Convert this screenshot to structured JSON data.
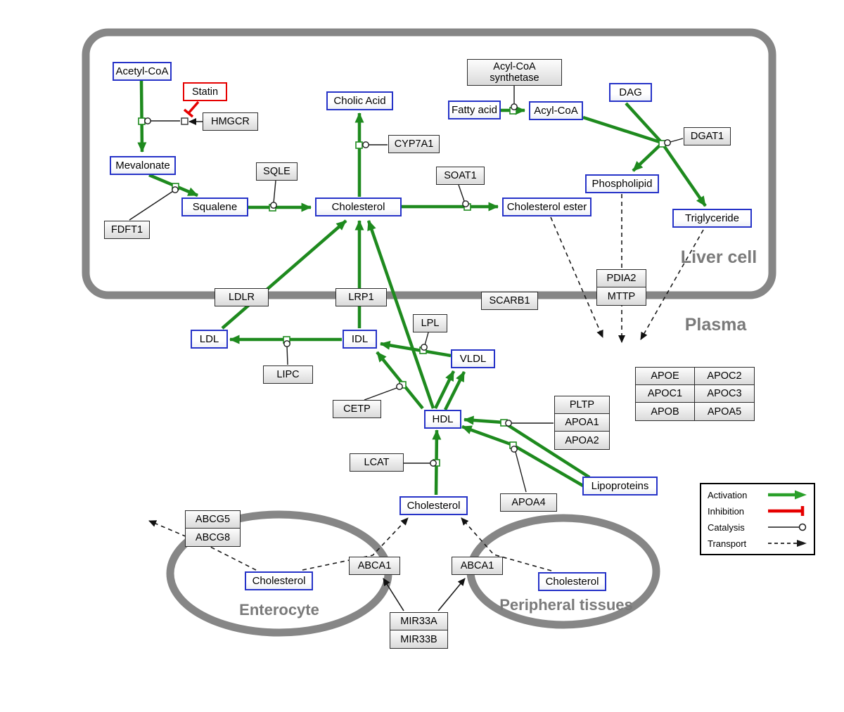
{
  "regions": {
    "liver_label": "Liver cell",
    "plasma_label": "Plasma",
    "enterocyte_label": "Enterocyte",
    "peripheral_label": "Peripheral tissues"
  },
  "metabolites": {
    "acetyl_coa": "Acetyl-CoA",
    "mevalonate": "Mevalonate",
    "squalene": "Squalene",
    "cholic_acid": "Cholic Acid",
    "cholesterol_liver": "Cholesterol",
    "fatty_acid": "Fatty acid",
    "acyl_coa": "Acyl-CoA",
    "dag": "DAG",
    "phospholipid": "Phospholipid",
    "cholesterol_ester": "Cholesterol ester",
    "triglyceride": "Triglyceride",
    "ldl": "LDL",
    "idl": "IDL",
    "vldl": "VLDL",
    "hdl": "HDL",
    "cholesterol_plasma": "Cholesterol",
    "cholesterol_enterocyte": "Cholesterol",
    "cholesterol_peripheral": "Cholesterol",
    "lipoproteins": "Lipoproteins"
  },
  "enzymes": {
    "statin": "Statin",
    "hmgcr": "HMGCR",
    "sqle": "SQLE",
    "fdft1": "FDFT1",
    "cyp7a1": "CYP7A1",
    "soat1": "SOAT1",
    "acyl_coa_synthetase": "Acyl-CoA synthetase",
    "dgat1": "DGAT1",
    "pdia2": "PDIA2",
    "mttp": "MTTP",
    "ldlr": "LDLR",
    "lrp1": "LRP1",
    "scarb1": "SCARB1",
    "lpl": "LPL",
    "lipc": "LIPC",
    "cetp": "CETP",
    "pltp": "PLTP",
    "apoa1": "APOA1",
    "apoa2": "APOA2",
    "lcat": "LCAT",
    "apoa4": "APOA4",
    "apoe": "APOE",
    "apoc2": "APOC2",
    "apoc1": "APOC1",
    "apoc3": "APOC3",
    "apob": "APOB",
    "apoa5": "APOA5",
    "abcg5": "ABCG5",
    "abcg8": "ABCG8",
    "abca1_enterocyte": "ABCA1",
    "abca1_peripheral": "ABCA1",
    "mir33a": "MIR33A",
    "mir33b": "MIR33B"
  },
  "legend": {
    "activation": "Activation",
    "inhibition": "Inhibition",
    "catalysis": "Catalysis",
    "transport": "Transport"
  },
  "colors": {
    "activation_green": "#1e8a1e",
    "inhibition_red": "#e60000",
    "metabolite_border_blue": "#2633c8",
    "membrane_gray": "#868686"
  }
}
